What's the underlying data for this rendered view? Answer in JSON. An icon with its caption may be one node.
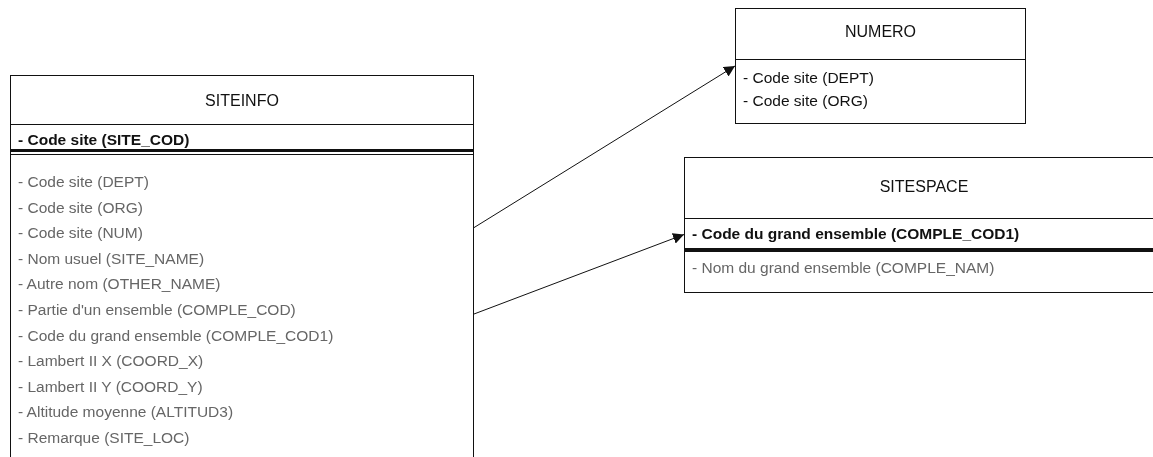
{
  "diagram": {
    "nodes": [
      {
        "text": [
          "SITEINFO"
        ]
      },
      {
        "text": [
          "- Code site (SITE_COD)"
        ],
        "in": 0
      },
      {
        "text": [
          "- Code site (DEPT)",
          "- Code site (ORG)",
          "- Code site (NUM)",
          "- Nom usuel (SITE_NAME)",
          "- Autre nom (OTHER_NAME)",
          "- Partie d'un ensemble (COMPLE_COD)",
          "- Code du grand ensemble (COMPLE_COD1)",
          "- Lambert II X (COORD_X)",
          "- Lambert II Y (COORD_Y)",
          "- Altitude moyenne (ALTITUD3)",
          "- Remarque (SITE_LOC)"
        ],
        "in": 0
      },
      {
        "text": [
          "NUMERO"
        ]
      },
      {
        "text": [
          "- Code site (DEPT)",
          "- Code site (ORG)"
        ],
        "in": 3
      },
      {
        "text": [
          "SITESPACE"
        ]
      },
      {
        "text": [
          "- Code du grand ensemble (COMPLE_COD1)"
        ],
        "in": 5
      },
      {
        "text": [
          "- Nom du grand ensemble (COMPLE_NAM)"
        ],
        "in": 5
      }
    ],
    "edges": [
      {
        "from": 2,
        "to": 3,
        "arrow": "to"
      },
      {
        "from": 2,
        "to": 6,
        "arrow": "to"
      }
    ]
  }
}
